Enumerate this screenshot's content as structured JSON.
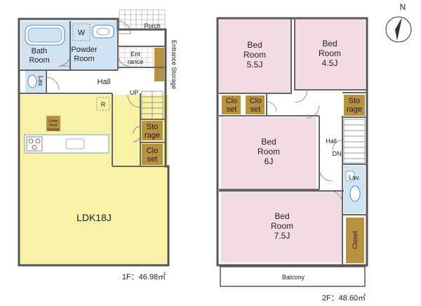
{
  "colors": {
    "ldk": "#f7f2a6",
    "wet": "#cfe3f2",
    "bedroom": "#f2dbe5",
    "storage": "#b8923f",
    "hall": "#ffffff",
    "wall": "#555555"
  },
  "floor1": {
    "area_label": "1F：46.98㎡",
    "rooms": {
      "bath": [
        "Bath",
        "Room"
      ],
      "powder": [
        "Powder",
        "Room"
      ],
      "washer_mark": "W",
      "porch": "Porch",
      "entrance": [
        "Ent",
        "rance"
      ],
      "entrance_storage": "Entrance Storage",
      "lav": "Lav.",
      "hall": "Hall",
      "up": "UP",
      "refrigerator_mark": "R",
      "underfloor": [
        "Under",
        "Floor",
        "Storage"
      ],
      "storage": [
        "Sto",
        "rage"
      ],
      "closet": [
        "Clo",
        "set"
      ],
      "ldk": "LDK18J"
    }
  },
  "floor2": {
    "area_label": "2F：48.60㎡",
    "north": "N",
    "rooms": {
      "bed1": [
        "Bed",
        "Room",
        "5.5J"
      ],
      "bed2": [
        "Bed",
        "Room",
        "4.5J"
      ],
      "bed3": [
        "Bed",
        "Room",
        "6J"
      ],
      "bed4": [
        "Bed",
        "Room",
        "7.5J"
      ],
      "closet_a": [
        "Clo",
        "set"
      ],
      "closet_b": [
        "Clo",
        "set"
      ],
      "storage": [
        "Sto",
        "rage"
      ],
      "hall": "Hall",
      "dn": "DN",
      "lav": "Lav.",
      "closet_long": "Closet",
      "balcony": "Balcony"
    }
  }
}
